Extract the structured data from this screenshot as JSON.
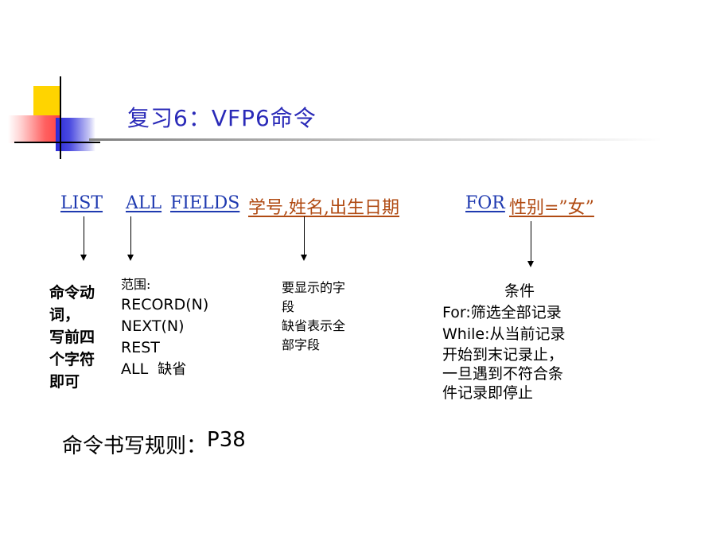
{
  "title": "复习6：VFP6命令",
  "command": {
    "list": "LIST",
    "all": "ALL",
    "fields": "FIELDS",
    "field_list": "学号,姓名,出生日期",
    "for_kw": "FOR",
    "condition": "性别=”女”"
  },
  "annotations": {
    "verb": [
      "命令动",
      "词，",
      "写前四",
      "个字符",
      "即可"
    ],
    "scope": {
      "heading": "范围:",
      "items": [
        "RECORD(N)",
        "NEXT(N)",
        "REST",
        "ALL"
      ],
      "default": "缺省"
    },
    "fields": [
      "要显示的字",
      "段",
      "缺省表示全",
      "部字段"
    ],
    "condition": {
      "heading": "条件",
      "for_label": "For:",
      "for_desc": "筛选全部记录",
      "while_label": "While:",
      "while_desc": "从当前记录",
      "lines": [
        "开始到末记录止，",
        "一旦遇到不符合条",
        "件记录即停止"
      ]
    }
  },
  "rule": {
    "label": "命令书写规则：",
    "page": "P38"
  },
  "colors": {
    "title": "#2a2ab8",
    "keyword": "#1f3ab0",
    "field": "#b04a12"
  }
}
